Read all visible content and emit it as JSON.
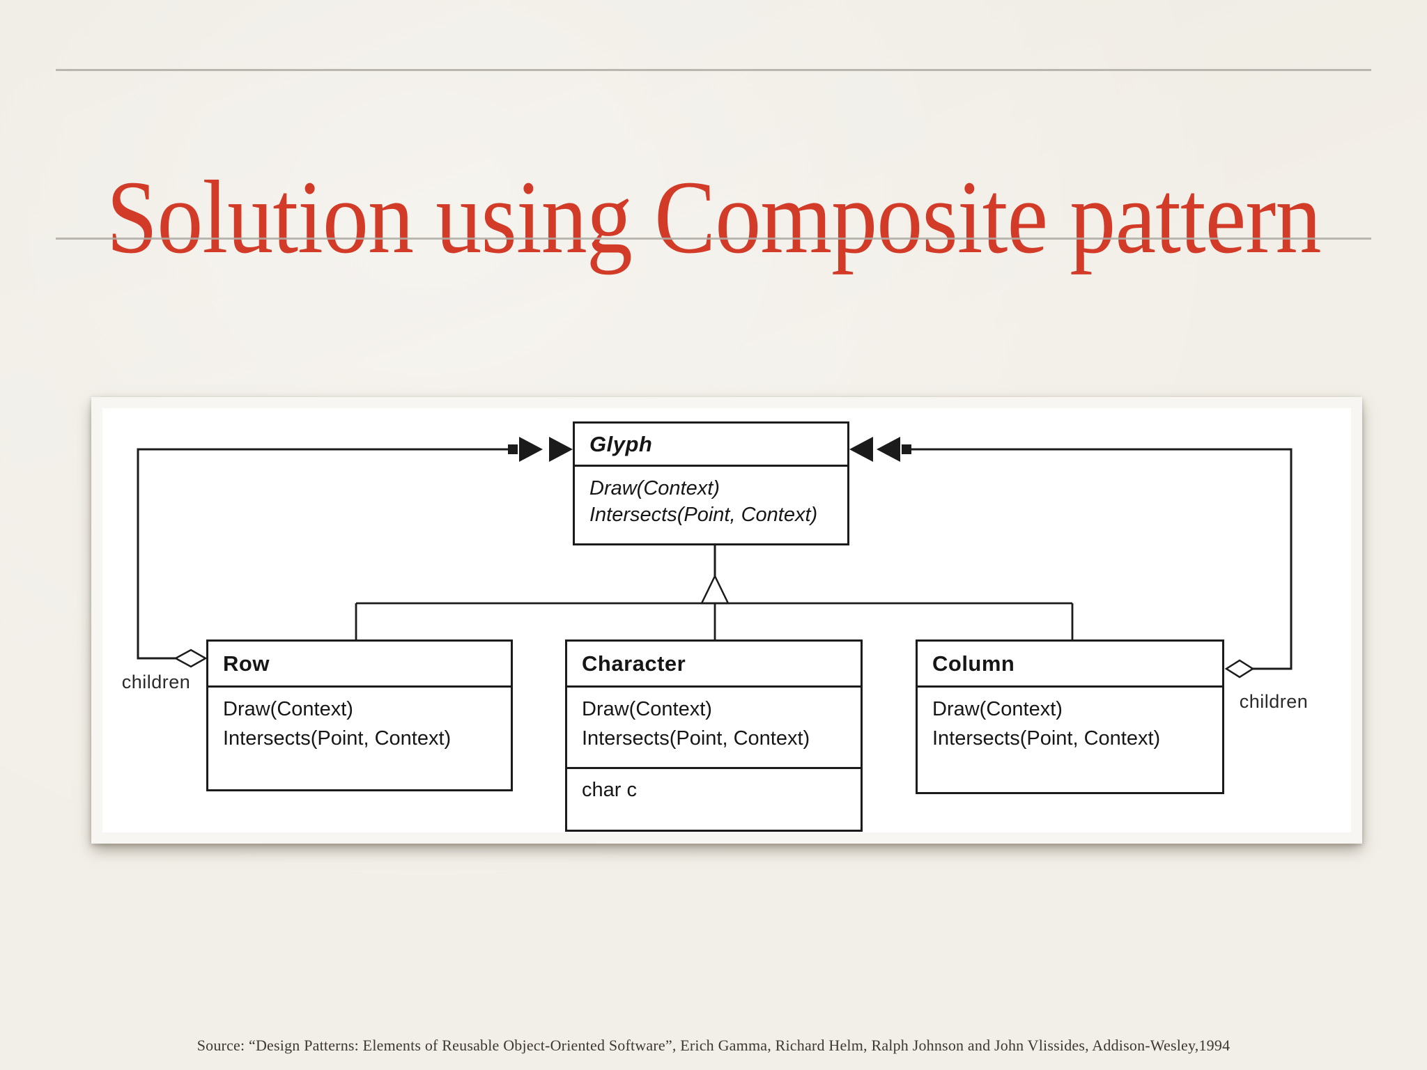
{
  "slide": {
    "title": "Solution using Composite pattern",
    "source_citation": "Source: “Design Patterns: Elements of Reusable Object-Oriented Software”, Erich Gamma, Richard Helm, Ralph Johnson and John Vlissides, Addison-Wesley,1994"
  },
  "diagram": {
    "type": "uml-class-diagram",
    "pattern": "Composite",
    "classes": {
      "glyph": {
        "name": "Glyph",
        "abstract": true,
        "methods": [
          "Draw(Context)",
          "Intersects(Point, Context)"
        ]
      },
      "row": {
        "name": "Row",
        "methods": [
          "Draw(Context)",
          "Intersects(Point, Context)"
        ]
      },
      "character": {
        "name": "Character",
        "methods": [
          "Draw(Context)",
          "Intersects(Point, Context)"
        ],
        "attributes": [
          "char c"
        ]
      },
      "column": {
        "name": "Column",
        "methods": [
          "Draw(Context)",
          "Intersects(Point, Context)"
        ]
      }
    },
    "relationships": {
      "inheritance": "Row, Character, Column inherit from Glyph",
      "aggregation_left_label": "children",
      "aggregation_right_label": "children"
    }
  },
  "colors": {
    "background": "#f2efe8",
    "title_red": "#d23b28",
    "rule_gray": "#aeaba4",
    "panel_white": "#ffffff",
    "diagram_ink": "#1b1b1b",
    "source_text": "#3d3831"
  }
}
